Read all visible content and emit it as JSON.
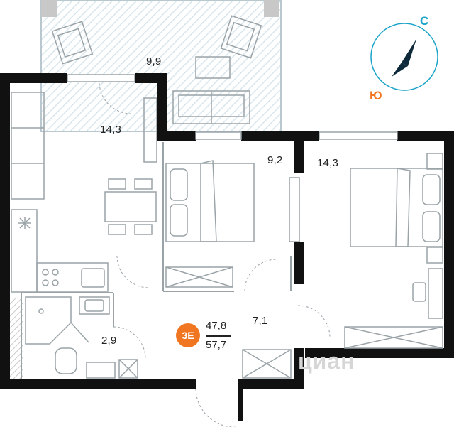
{
  "rooms": {
    "balcony": "9,9",
    "kitchen": "14,3",
    "bedroom_middle": "9,2",
    "bedroom_right": "14,3",
    "bathroom": "2,9",
    "hall": "7,1"
  },
  "apartment": {
    "badge": "3E",
    "living_area": "47,8",
    "total_area": "57,7"
  },
  "compass": {
    "north": "С",
    "south": "Ю",
    "north_color": "#1aa3c8",
    "south_color": "#f07622"
  },
  "watermark": "циан",
  "colors": {
    "wall": "#111111",
    "furniture": "#9aa3a8",
    "balcony_hatch": "#cfe3ea",
    "accent": "#f07622"
  }
}
